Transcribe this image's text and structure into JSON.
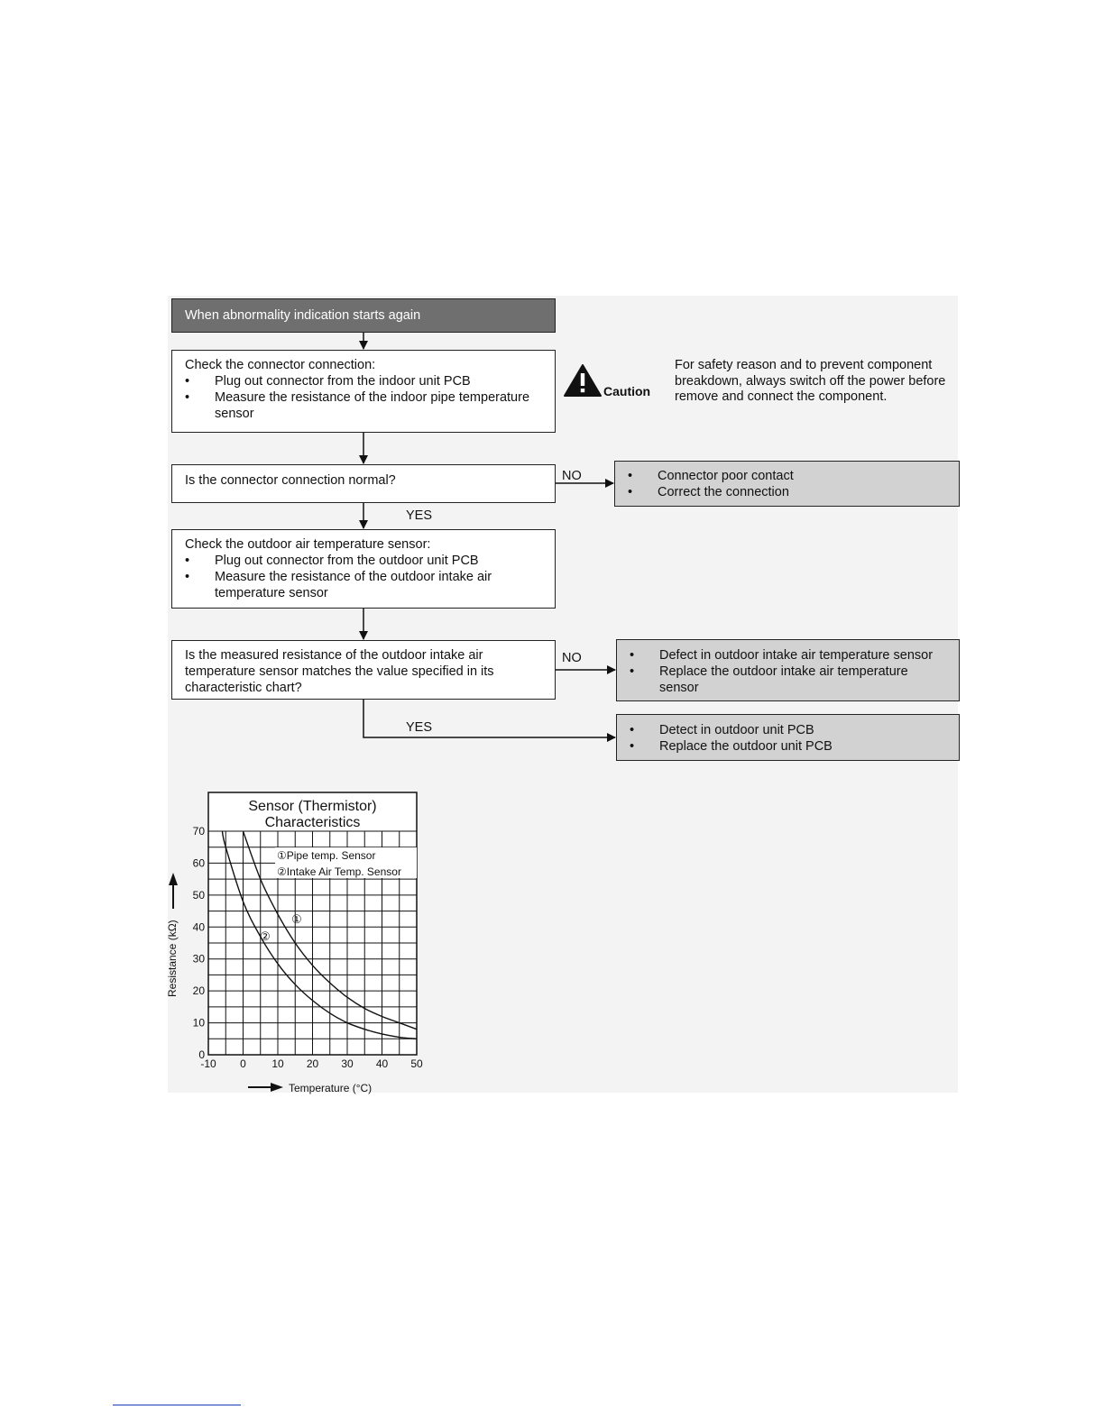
{
  "start": {
    "text": "When abnormality indication starts again"
  },
  "step1": {
    "title": "Check the connector connection:",
    "bullets": [
      "Plug out connector from the indoor unit PCB",
      "Measure the resistance of the indoor pipe temperature sensor"
    ]
  },
  "caution": {
    "label": "Caution",
    "text": "For safety reason and to prevent component breakdown, always switch off the power before remove and connect the component."
  },
  "decision1": {
    "question": "Is the connector connection normal?",
    "no_label": "NO",
    "yes_label": "YES",
    "no_bullets": [
      "Connector poor contact",
      "Correct the connection"
    ]
  },
  "step2": {
    "title": "Check the outdoor air temperature sensor:",
    "bullets": [
      "Plug out connector from the outdoor unit PCB",
      "Measure the resistance of the outdoor intake air temperature sensor"
    ]
  },
  "decision2": {
    "question": "Is the measured resistance of the outdoor intake air temperature sensor matches the value specified in its characteristic chart?",
    "no_label": "NO",
    "yes_label": "YES",
    "no_bullets": [
      "Defect in outdoor intake air temperature sensor",
      "Replace the outdoor intake air temperature sensor"
    ],
    "yes_bullets": [
      "Detect in outdoor unit PCB",
      "Replace the outdoor unit PCB"
    ]
  },
  "chart_data": {
    "type": "line",
    "title": "Sensor (Thermistor) Characteristics",
    "xlabel": "Temperature (°C)",
    "ylabel": "Resistance (kΩ)",
    "xlim": [
      -10,
      50
    ],
    "ylim": [
      0,
      70
    ],
    "x_ticks": [
      -10,
      0,
      10,
      20,
      30,
      40,
      50
    ],
    "y_ticks": [
      0,
      10,
      20,
      30,
      40,
      50,
      60,
      70
    ],
    "grid": true,
    "legend": [
      "①Pipe temp. Sensor",
      "②Intake Air Temp. Sensor"
    ],
    "series": [
      {
        "name": "Pipe temp. Sensor",
        "marker": "①",
        "x": [
          0,
          5,
          10,
          15,
          20,
          25,
          30,
          35,
          40,
          45,
          50
        ],
        "y": [
          70,
          55,
          44,
          35,
          28,
          22.5,
          18,
          14.5,
          12,
          10,
          8
        ]
      },
      {
        "name": "Intake Air Temp. Sensor",
        "marker": "②",
        "x": [
          -6,
          -5,
          0,
          5,
          10,
          15,
          20,
          25,
          30,
          35,
          40,
          45,
          50
        ],
        "y": [
          70,
          65,
          48,
          37,
          28.5,
          22,
          17,
          13,
          10,
          8,
          6.5,
          5.5,
          5
        ]
      }
    ]
  }
}
